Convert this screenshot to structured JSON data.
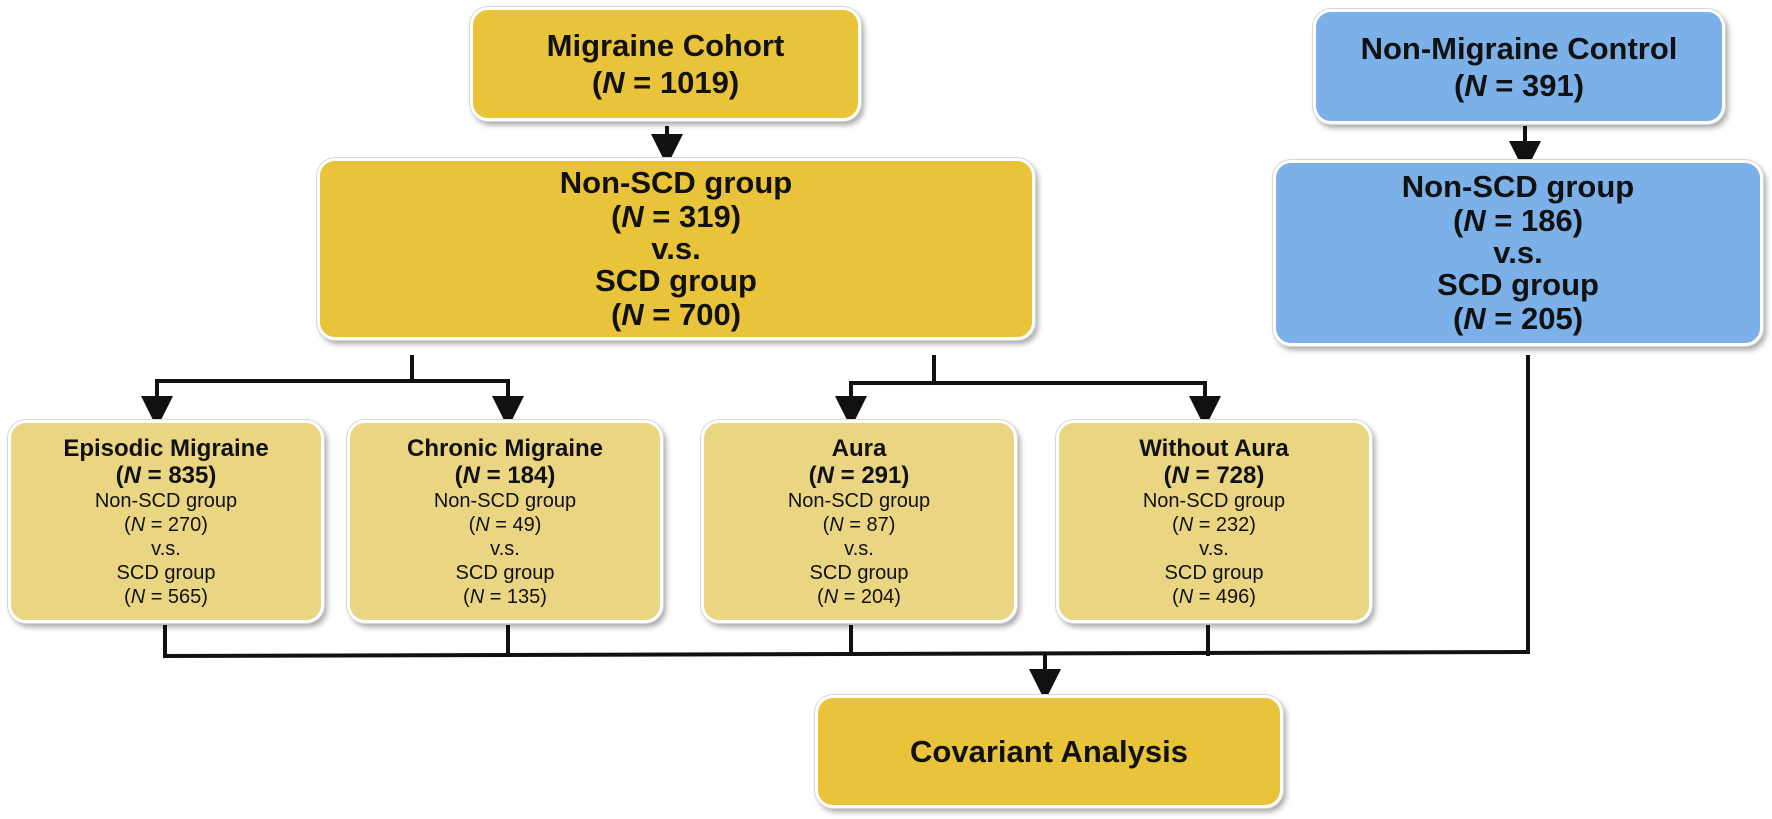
{
  "migraine_cohort": {
    "title": "Migraine Cohort",
    "n_pre": "(",
    "n_sym": "N",
    "n_post": " = 1019)"
  },
  "non_migraine_control": {
    "title": "Non-Migraine Control",
    "n_pre": "(",
    "n_sym": "N",
    "n_post": " = 391)"
  },
  "migraine_groups": {
    "line1": "Non-SCD group",
    "line2_sym": "N",
    "line2_post": " = 319)",
    "line2_pre": "(",
    "line3": "v.s.",
    "line4": "SCD group",
    "line5_pre": "(",
    "line5_sym": "N",
    "line5_post": " = 700)"
  },
  "control_groups": {
    "line1": "Non-SCD group",
    "line2_pre": "(",
    "line2_sym": "N",
    "line2_post": " = 186)",
    "line3": "v.s.",
    "line4": "SCD group",
    "line5_pre": "(",
    "line5_sym": "N",
    "line5_post": " = 205)"
  },
  "subgroups": [
    {
      "title": "Episodic Migraine",
      "n_post": " = 835)",
      "non_scd_label": "Non-SCD group",
      "non_scd_post": " = 270)",
      "vs": "v.s.",
      "scd_label": "SCD group",
      "scd_post": " = 565)"
    },
    {
      "title": "Chronic Migraine",
      "n_post": " = 184)",
      "non_scd_label": "Non-SCD group",
      "non_scd_post": " = 49)",
      "vs": "v.s.",
      "scd_label": "SCD group",
      "scd_post": " = 135)"
    },
    {
      "title": "Aura",
      "n_post": " = 291)",
      "non_scd_label": "Non-SCD group",
      "non_scd_post": " = 87)",
      "vs": "v.s.",
      "scd_label": "SCD group",
      "scd_post": " = 204)"
    },
    {
      "title": "Without Aura",
      "n_post": " = 728)",
      "non_scd_label": "Non-SCD group",
      "non_scd_post": " = 232)",
      "vs": "v.s.",
      "scd_label": "SCD group",
      "scd_post": " = 496)"
    }
  ],
  "sym": {
    "open": "(",
    "N": "N"
  },
  "final": {
    "title": "Covariant Analysis"
  },
  "colors": {
    "gold": "#e9c43a",
    "light_gold": "#ead583",
    "blue": "#7cb0e8",
    "connector": "#111111"
  }
}
